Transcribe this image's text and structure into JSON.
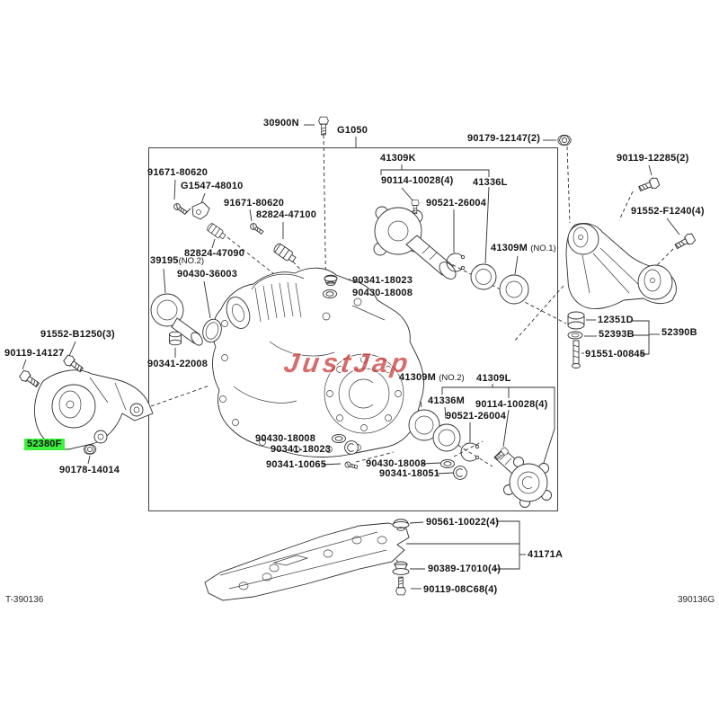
{
  "diagram": {
    "title_code_left": "T-390136",
    "title_code_right": "390136G",
    "watermark": {
      "text": "JustJap",
      "color": "#c62f2f"
    },
    "highlight": {
      "part": "52380F",
      "color": "#3ef03e"
    }
  },
  "callouts": [
    {
      "text": "30900N"
    },
    {
      "text": "G1050"
    },
    {
      "text": "90179-12147(2)"
    },
    {
      "text": "90119-12285(2)"
    },
    {
      "text": "91552-F1240(4)"
    },
    {
      "text": "41309K"
    },
    {
      "text": "90114-10028(4)"
    },
    {
      "text": "41336L"
    },
    {
      "text": "90521-26004"
    },
    {
      "text": "41309M",
      "suffix": "(NO.1)"
    },
    {
      "text": "91671-80620"
    },
    {
      "text": "G1547-48010"
    },
    {
      "text": "91671-80620"
    },
    {
      "text": "82824-47100"
    },
    {
      "text": "82824-47090"
    },
    {
      "text": "39195",
      "suffix": "(NO.2)"
    },
    {
      "text": "90430-36003"
    },
    {
      "text": "90341-22008"
    },
    {
      "text": "91552-B1250(3)"
    },
    {
      "text": "90119-14127"
    },
    {
      "text": "52380F",
      "highlighted": true
    },
    {
      "text": "90178-14014"
    },
    {
      "text": "90341-18023"
    },
    {
      "text": "90430-18008"
    },
    {
      "text": "12351D"
    },
    {
      "text": "52393B"
    },
    {
      "text": "52390B"
    },
    {
      "text": "91551-00845"
    },
    {
      "text": "41309M",
      "suffix": "(NO.2)"
    },
    {
      "text": "41309L"
    },
    {
      "text": "41336M"
    },
    {
      "text": "90114-10028(4)"
    },
    {
      "text": "90521-26004"
    },
    {
      "text": "90430-18008"
    },
    {
      "text": "90341-18023"
    },
    {
      "text": "90341-10065"
    },
    {
      "text": "90430-18008"
    },
    {
      "text": "90341-18051"
    },
    {
      "text": "90561-10022(4)"
    },
    {
      "text": "41171A"
    },
    {
      "text": "90389-17010(4)"
    },
    {
      "text": "90119-08C68(4)"
    }
  ]
}
